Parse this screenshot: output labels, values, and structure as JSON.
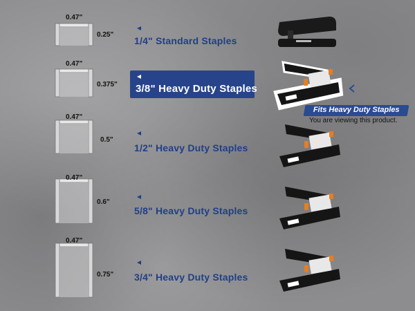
{
  "rows": [
    {
      "width": "0.47\"",
      "height": "0.25\"",
      "label": "1/4\" Standard Staples"
    },
    {
      "width": "0.47\"",
      "height": "0.375\"",
      "label": "3/8\" Heavy Duty Staples"
    },
    {
      "width": "0.47\"",
      "height": "0.5\"",
      "label": "1/2\" Heavy Duty Staples"
    },
    {
      "width": "0.47\"",
      "height": "0.6\"",
      "label": "5/8\" Heavy Duty Staples"
    },
    {
      "width": "0.47\"",
      "height": "0.75\"",
      "label": "3/4\" Heavy Duty Staples"
    }
  ],
  "highlight": {
    "badge": "Fits Heavy Duty Staples",
    "note": "You are viewing this product."
  },
  "colors": {
    "accent": "#27448a",
    "label": "#1f3f86"
  },
  "icons": [
    "arrow-left-icon",
    "staple-icon",
    "stapler-icon"
  ]
}
